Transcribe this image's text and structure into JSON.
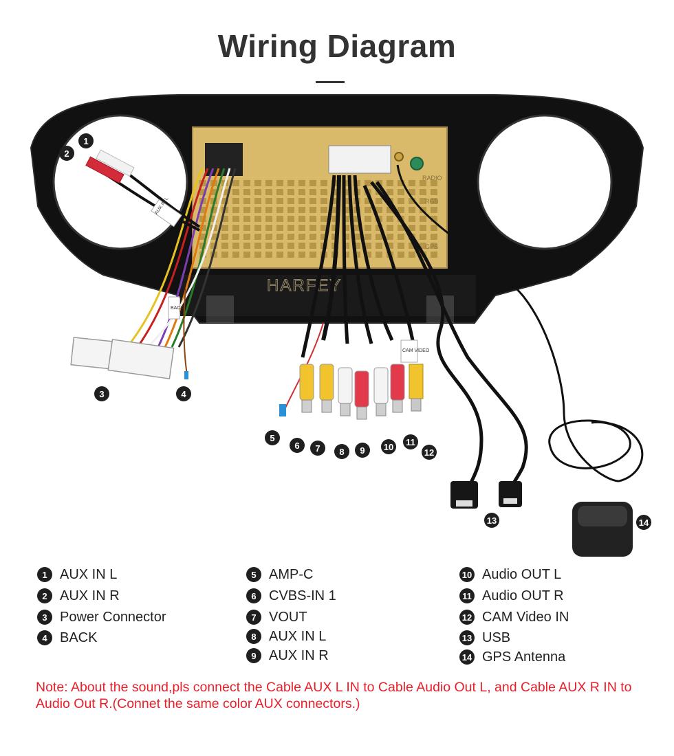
{
  "header": {
    "title": "Wiring Diagram"
  },
  "unit": {
    "watermark": "HARFEY",
    "port_labels": [
      "RADIO",
      "RGB",
      "GPS"
    ],
    "cable_tags": [
      "AUX IN L",
      "BACK",
      "CAM VIDEO"
    ]
  },
  "callouts": [
    "1",
    "2",
    "3",
    "4",
    "5",
    "6",
    "7",
    "8",
    "9",
    "10",
    "11",
    "12",
    "13",
    "14"
  ],
  "legend": {
    "columns": [
      [
        {
          "num": "1",
          "label": "AUX IN L"
        },
        {
          "num": "2",
          "label": "AUX IN R"
        },
        {
          "num": "3",
          "label": "Power Connector"
        },
        {
          "num": "4",
          "label": "BACK"
        }
      ],
      [
        {
          "num": "5",
          "label": "AMP-C"
        },
        {
          "num": "6",
          "label": "CVBS-IN 1"
        },
        {
          "num": "7",
          "label": "VOUT"
        },
        {
          "num": "8",
          "label": "AUX IN L"
        },
        {
          "num": "9",
          "label": "AUX IN R"
        }
      ],
      [
        {
          "num": "10",
          "label": "Audio OUT L"
        },
        {
          "num": "11",
          "label": "Audio OUT R"
        },
        {
          "num": "12",
          "label": "CAM Video IN"
        },
        {
          "num": "13",
          "label": "USB"
        },
        {
          "num": "14",
          "label": "GPS Antenna"
        }
      ]
    ]
  },
  "note": "Note: About the sound,pls connect the Cable AUX L IN to Cable Audio Out L, and Cable AUX R IN to  Audio Out R.(Connet the same color AUX connectors.)"
}
